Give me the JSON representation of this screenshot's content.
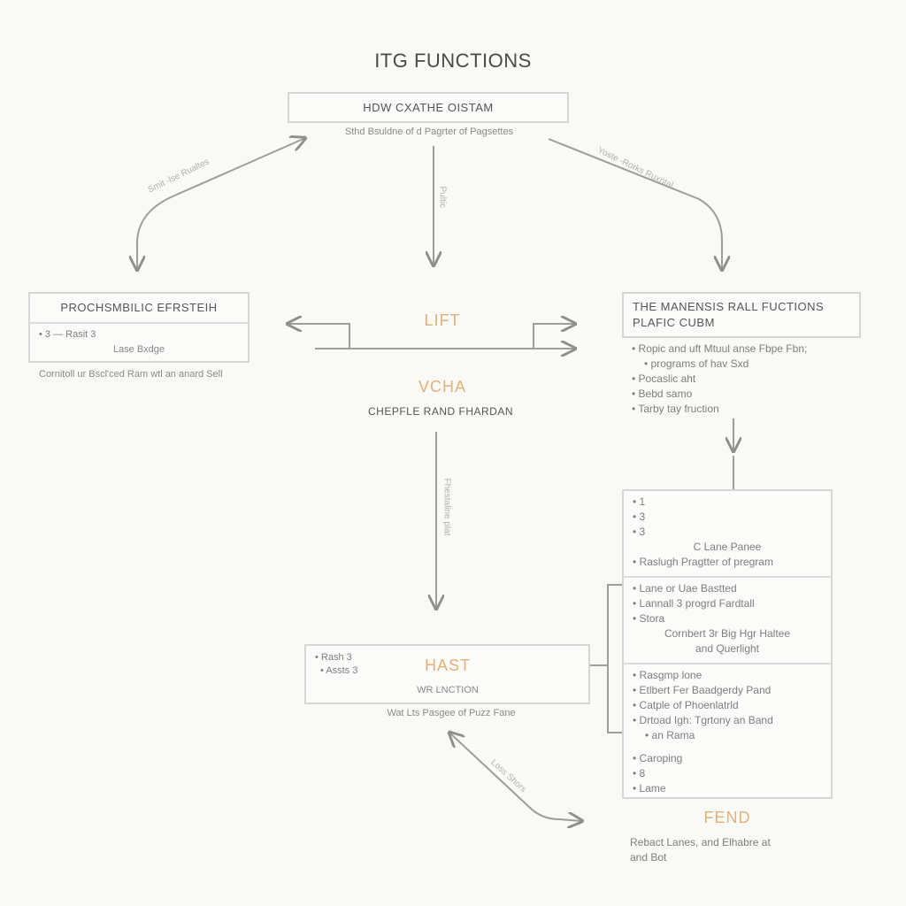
{
  "title": "ITG FUNCTIONS",
  "top_box": {
    "label": "HDW CXATHE OISTAM",
    "caption": "Sthd Bsuldne of d Pagrter of Pagsettes"
  },
  "edges": {
    "left_curve": "Smit -lse Rualtes",
    "right_curve": "Yoste -Rorks Ruxntal",
    "center_down": "Pultic",
    "center_lower": "Fhestaline plat",
    "bottom_diag": "Loss Shors"
  },
  "left_box": {
    "header": "PROCHSMBILIC EFRSTEIH",
    "bullet": "3 — Rasit 3",
    "sub": "Lase Bxdge",
    "caption": "Cornitoll ur Bscl'ced Ram wtl an anard Sell"
  },
  "center": {
    "lift": "LIFT",
    "vcha": "VCHA",
    "sub": "CHEPFLE RAND FHARDAN"
  },
  "right_box": {
    "line1": "THE MANENSIS RALL FUCTIONS",
    "line2": "PLAFIC CUBM",
    "bullets": [
      "Ropic and uft Mtuul anse Fbpe Fbn;",
      "Pocaslic aht",
      "Bebd samo",
      "Tarby tay fruction"
    ],
    "bullet1_cont": "programs of hav Sxd"
  },
  "stack": {
    "sec1": {
      "bullets": [
        "1",
        "3",
        "3"
      ],
      "center": "C Lane Panee",
      "last": "Raslugh Pragtter of pregram"
    },
    "sec2": {
      "bullets": [
        "Lane or Uae Bastted",
        "Lannall 3 progrd Fardtall",
        "Stora"
      ],
      "center1": "Cornbert 3r Big Hgr Haltee",
      "center2": "and Querlight"
    },
    "sec3": {
      "bullets": [
        "Rasgmp lone",
        "Etlbert Fer Baadgerdy Pand",
        "Catple of Phoenlatrld",
        "Drtoad Igh: Tgrtony an Band"
      ],
      "tail": "an Rama"
    },
    "sec4": {
      "bullets": [
        "Caroping",
        "8",
        "Lame"
      ]
    }
  },
  "hast_box": {
    "bullets": [
      "Rash 3",
      "Assts 3"
    ],
    "label": "HAST",
    "sub": "WR LNCTION",
    "caption": "Wat Lts Pasgee of Puzz Fane"
  },
  "fend": {
    "label": "FEND",
    "caption1": "Rebact Lanes, and Elhabre at",
    "caption2": "and Bot"
  }
}
